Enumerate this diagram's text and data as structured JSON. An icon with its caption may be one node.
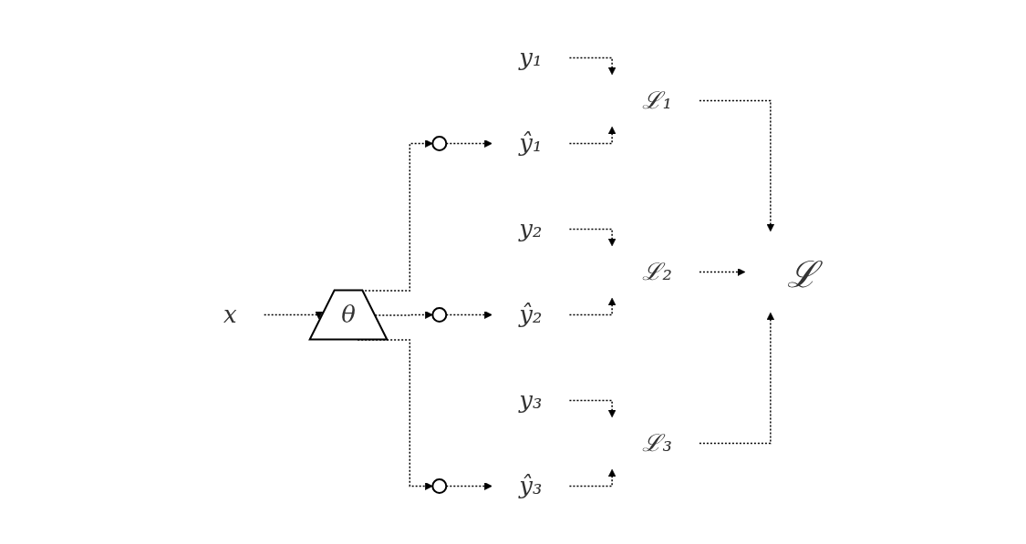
{
  "diagram": {
    "nodes": [
      {
        "text": [
          "x"
        ]
      },
      {
        "text": [
          "θ"
        ]
      },
      {
        "text": [],
        "shape": "circle"
      },
      {
        "text": [],
        "shape": "circle"
      },
      {
        "text": [],
        "shape": "circle"
      },
      {
        "text": [
          "y₁"
        ]
      },
      {
        "text": [
          "ŷ₁"
        ]
      },
      {
        "text": [
          "ℒ₁"
        ]
      },
      {
        "text": [
          "y₂"
        ]
      },
      {
        "text": [
          "ŷ₂"
        ]
      },
      {
        "text": [
          "ℒ₂"
        ]
      },
      {
        "text": [
          "y₃"
        ]
      },
      {
        "text": [
          "ŷ₃"
        ]
      },
      {
        "text": [
          "ℒ₃"
        ]
      },
      {
        "text": [
          "ℒ"
        ]
      }
    ],
    "edges": [
      {
        "from": 0,
        "to": 1,
        "arrow": "to",
        "style": "dashed"
      },
      {
        "from": 1,
        "to": 2,
        "arrow": "to",
        "style": "dashed"
      },
      {
        "from": 1,
        "to": 3,
        "arrow": "to",
        "style": "dashed"
      },
      {
        "from": 1,
        "to": 4,
        "arrow": "to",
        "style": "dashed"
      },
      {
        "from": 2,
        "to": 6,
        "arrow": "to",
        "style": "dashed"
      },
      {
        "from": 3,
        "to": 9,
        "arrow": "to",
        "style": "dashed"
      },
      {
        "from": 4,
        "to": 12,
        "arrow": "to",
        "style": "dashed"
      },
      {
        "from": 5,
        "to": 7,
        "arrow": "to",
        "style": "dashed"
      },
      {
        "from": 6,
        "to": 7,
        "arrow": "to",
        "style": "dashed"
      },
      {
        "from": 8,
        "to": 10,
        "arrow": "to",
        "style": "dashed"
      },
      {
        "from": 9,
        "to": 10,
        "arrow": "to",
        "style": "dashed"
      },
      {
        "from": 11,
        "to": 13,
        "arrow": "to",
        "style": "dashed"
      },
      {
        "from": 12,
        "to": 13,
        "arrow": "to",
        "style": "dashed"
      },
      {
        "from": 7,
        "to": 14,
        "arrow": "to",
        "style": "dashed"
      },
      {
        "from": 10,
        "to": 14,
        "arrow": "to",
        "style": "dashed"
      },
      {
        "from": 13,
        "to": 14,
        "arrow": "to",
        "style": "dashed"
      }
    ]
  }
}
